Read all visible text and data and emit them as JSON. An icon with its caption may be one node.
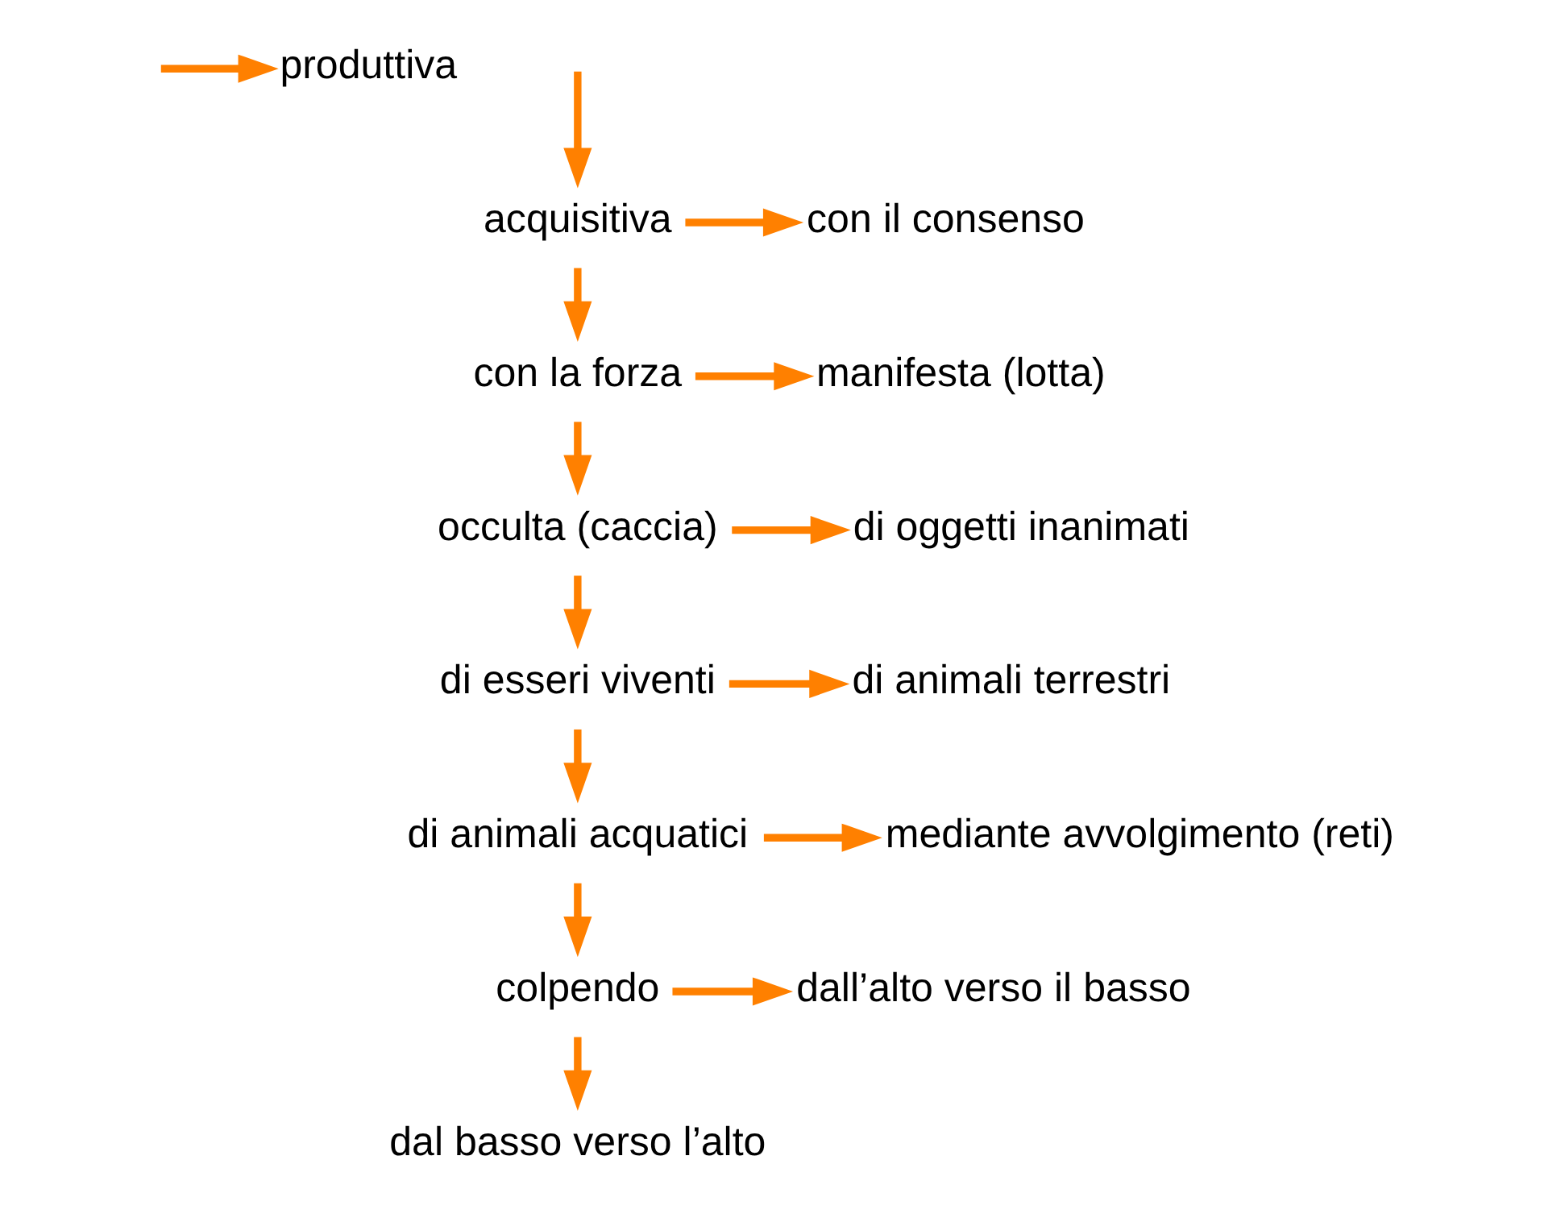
{
  "diagram": {
    "nodes": [
      {
        "text": [
          "produttiva"
        ]
      },
      {
        "text": [
          "acquisitiva"
        ]
      },
      {
        "text": [
          "con il consenso"
        ]
      },
      {
        "text": [
          "con la forza"
        ]
      },
      {
        "text": [
          "manifesta (lotta)"
        ]
      },
      {
        "text": [
          "occulta (caccia)"
        ]
      },
      {
        "text": [
          "di oggetti inanimati"
        ]
      },
      {
        "text": [
          "di esseri viventi"
        ]
      },
      {
        "text": [
          "di animali terrestri"
        ]
      },
      {
        "text": [
          "di animali acquatici"
        ]
      },
      {
        "text": [
          "mediante avvolgimento (reti)"
        ]
      },
      {
        "text": [
          "colpendo"
        ]
      },
      {
        "text": [
          "dall’alto verso il basso"
        ]
      },
      {
        "text": [
          "dal basso verso l’alto"
        ]
      }
    ],
    "edges": [
      {
        "from": null,
        "to": 0,
        "arrow": "to"
      },
      {
        "from": null,
        "to": 1,
        "arrow": "to"
      },
      {
        "from": 1,
        "to": 2,
        "arrow": "to"
      },
      {
        "from": 1,
        "to": 3,
        "arrow": "to"
      },
      {
        "from": 3,
        "to": 4,
        "arrow": "to"
      },
      {
        "from": 3,
        "to": 5,
        "arrow": "to"
      },
      {
        "from": 5,
        "to": 6,
        "arrow": "to"
      },
      {
        "from": 5,
        "to": 7,
        "arrow": "to"
      },
      {
        "from": 7,
        "to": 8,
        "arrow": "to"
      },
      {
        "from": 7,
        "to": 9,
        "arrow": "to"
      },
      {
        "from": 9,
        "to": 10,
        "arrow": "to"
      },
      {
        "from": 9,
        "to": 11,
        "arrow": "to"
      },
      {
        "from": 11,
        "to": 12,
        "arrow": "to"
      },
      {
        "from": 11,
        "to": 13,
        "arrow": "to"
      }
    ]
  }
}
